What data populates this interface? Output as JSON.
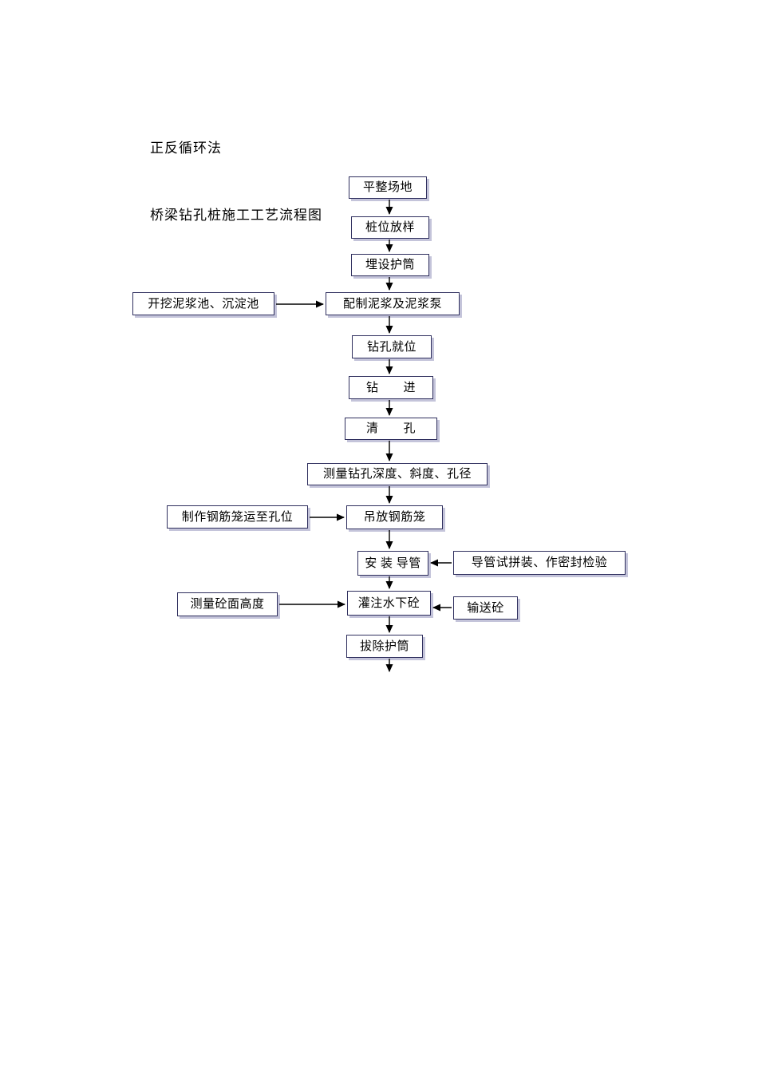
{
  "page": {
    "title_line1": "正反循环法",
    "title_line2": "桥梁钻孔桩施工工艺流程图"
  },
  "nodes": {
    "level_site": "平整场地",
    "pile_layout": "桩位放样",
    "bury_casing": "埋设护筒",
    "prepare_mud": "配制泥浆及泥浆泵",
    "dig_mud_pool": "开挖泥浆池、沉淀池",
    "drill_position": "钻孔就位",
    "drilling": "钻　　进",
    "clean_hole": "清　　孔",
    "measure_hole": "测量钻孔深度、斜度、孔径",
    "make_cage": "制作钢筋笼运至孔位",
    "hoist_cage": "吊放钢筋笼",
    "install_pipe": "安 装 导管",
    "pipe_test": "导管试拼装、作密封检验",
    "measure_surface": "测量砼面高度",
    "pour_concrete": "灌注水下砼",
    "transport_concrete": "输送砼",
    "remove_casing": "拔除护筒"
  },
  "colors": {
    "border": "#2f2f5e",
    "shadow": "#c4c4da",
    "arrow": "#000000"
  }
}
